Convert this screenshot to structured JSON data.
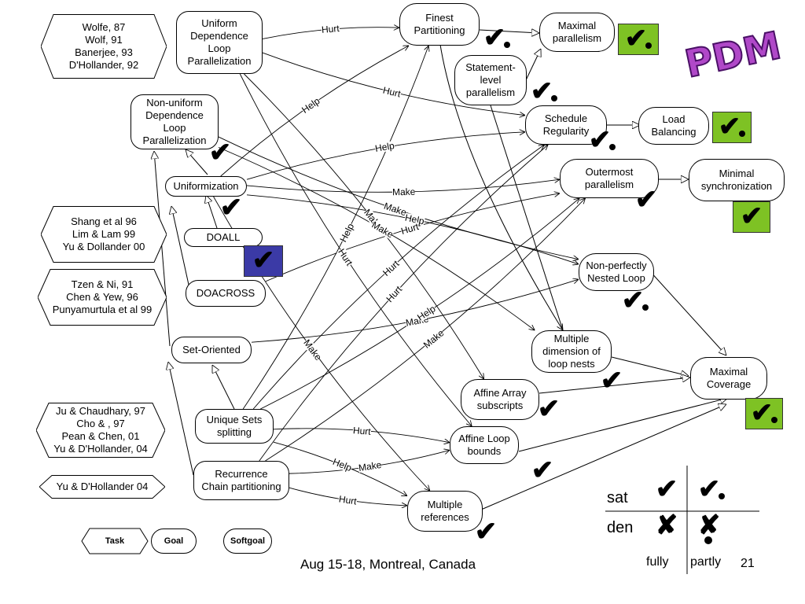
{
  "colors": {
    "green": "#7ec224",
    "blue": "#3b3aa6",
    "pdm": "#b048c8",
    "line": "#000000"
  },
  "title_logo": "PDM",
  "refs": [
    {
      "id": "ref1",
      "text": "Wolfe, 87\nWolf, 91\nBanerjee, 93\nD'Hollander, 92"
    },
    {
      "id": "ref2",
      "text": "Shang et al 96\nLim & Lam 99\nYu & Dollander 00"
    },
    {
      "id": "ref3",
      "text": "Tzen & Ni, 91\nChen & Yew, 96\nPunyamurtula et al 99"
    },
    {
      "id": "ref4",
      "text": "Ju & Chaudhary, 97\nCho & , 97\nPean & Chen, 01\nYu & D'Hollander, 04"
    },
    {
      "id": "ref5",
      "text": "Yu & D'Hollander 04"
    }
  ],
  "tasks": [
    {
      "id": "udlp",
      "text": "Uniform\nDependence\nLoop\nParallelization"
    },
    {
      "id": "ndlp",
      "text": "Non-uniform\nDependence\nLoop\nParallelization"
    },
    {
      "id": "unif",
      "text": "Uniformization"
    },
    {
      "id": "doall",
      "text": "DOALL"
    },
    {
      "id": "doacross",
      "text": "DOACROSS"
    },
    {
      "id": "setor",
      "text": "Set-Oriented"
    },
    {
      "id": "uss",
      "text": "Unique Sets\nsplitting"
    },
    {
      "id": "rcp",
      "text": "Recurrence\nChain partitioning"
    }
  ],
  "softgoals": [
    {
      "id": "finest",
      "text": "Finest\nPartitioning"
    },
    {
      "id": "maxpar",
      "text": "Maximal\nparallelism"
    },
    {
      "id": "stmt",
      "text": "Statement-\nlevel\nparallelism"
    },
    {
      "id": "sched",
      "text": "Schedule\nRegularity"
    },
    {
      "id": "load",
      "text": "Load\nBalancing"
    },
    {
      "id": "outer",
      "text": "Outermost\nparallelism"
    },
    {
      "id": "minsync",
      "text": "Minimal\nsynchronization"
    },
    {
      "id": "npnl",
      "text": "Non-perfectly\nNested Loop"
    },
    {
      "id": "multidim",
      "text": "Multiple\ndimension of\nloop nests"
    },
    {
      "id": "maxcov",
      "text": "Maximal\nCoverage"
    },
    {
      "id": "affarr",
      "text": "Affine Array\nsubscripts"
    },
    {
      "id": "affloop",
      "text": "Affine Loop\nbounds"
    },
    {
      "id": "multiref",
      "text": "Multiple\nreferences"
    }
  ],
  "edges": [
    {
      "from": "udlp",
      "to": "finest",
      "label": "Hurt"
    },
    {
      "from": "uss",
      "to": "finest",
      "label": "Help"
    },
    {
      "from": "unif",
      "to": "finest",
      "label": "Help"
    },
    {
      "from": "udlp",
      "to": "sched",
      "label": "Hurt"
    },
    {
      "from": "udlp",
      "to": "affarr",
      "label": "Make"
    },
    {
      "from": "udlp",
      "to": "affloop",
      "label": "Hurt"
    },
    {
      "from": "ndlp",
      "to": "multidim",
      "label": "Make"
    },
    {
      "from": "ndlp",
      "to": "npnl",
      "label": "Make"
    },
    {
      "from": "unif",
      "to": "sched",
      "label": "Help"
    },
    {
      "from": "unif",
      "to": "outer",
      "label": "Make"
    },
    {
      "from": "unif",
      "to": "npnl",
      "label": "Help"
    },
    {
      "from": "unif",
      "to": "multiref",
      "label": "Make"
    },
    {
      "from": "doacross",
      "to": "outer",
      "label": "Hurt"
    },
    {
      "from": "setor",
      "to": "npnl",
      "label": "Make"
    },
    {
      "from": "uss",
      "to": "sched",
      "label": "Hurt"
    },
    {
      "from": "uss",
      "to": "outer",
      "label": "Help"
    },
    {
      "from": "rcp",
      "to": "sched",
      "label": "Hurt"
    },
    {
      "from": "rcp",
      "to": "outer",
      "label": "Make"
    },
    {
      "from": "uss",
      "to": "affloop",
      "label": "Hurt"
    },
    {
      "from": "rcp",
      "to": "affloop",
      "label": "Make"
    },
    {
      "from": "uss",
      "to": "multiref",
      "label": "Help"
    },
    {
      "from": "rcp",
      "to": "multiref",
      "label": "Hurt"
    }
  ],
  "legend": {
    "task_label": "Task",
    "goal_label": "Goal",
    "softgoal_label": "Softgoal",
    "sat": "sat",
    "den": "den",
    "fully": "fully",
    "partly": "partly"
  },
  "footer": {
    "event": "Aug 15-18, Montreal, Canada",
    "page": "21"
  }
}
